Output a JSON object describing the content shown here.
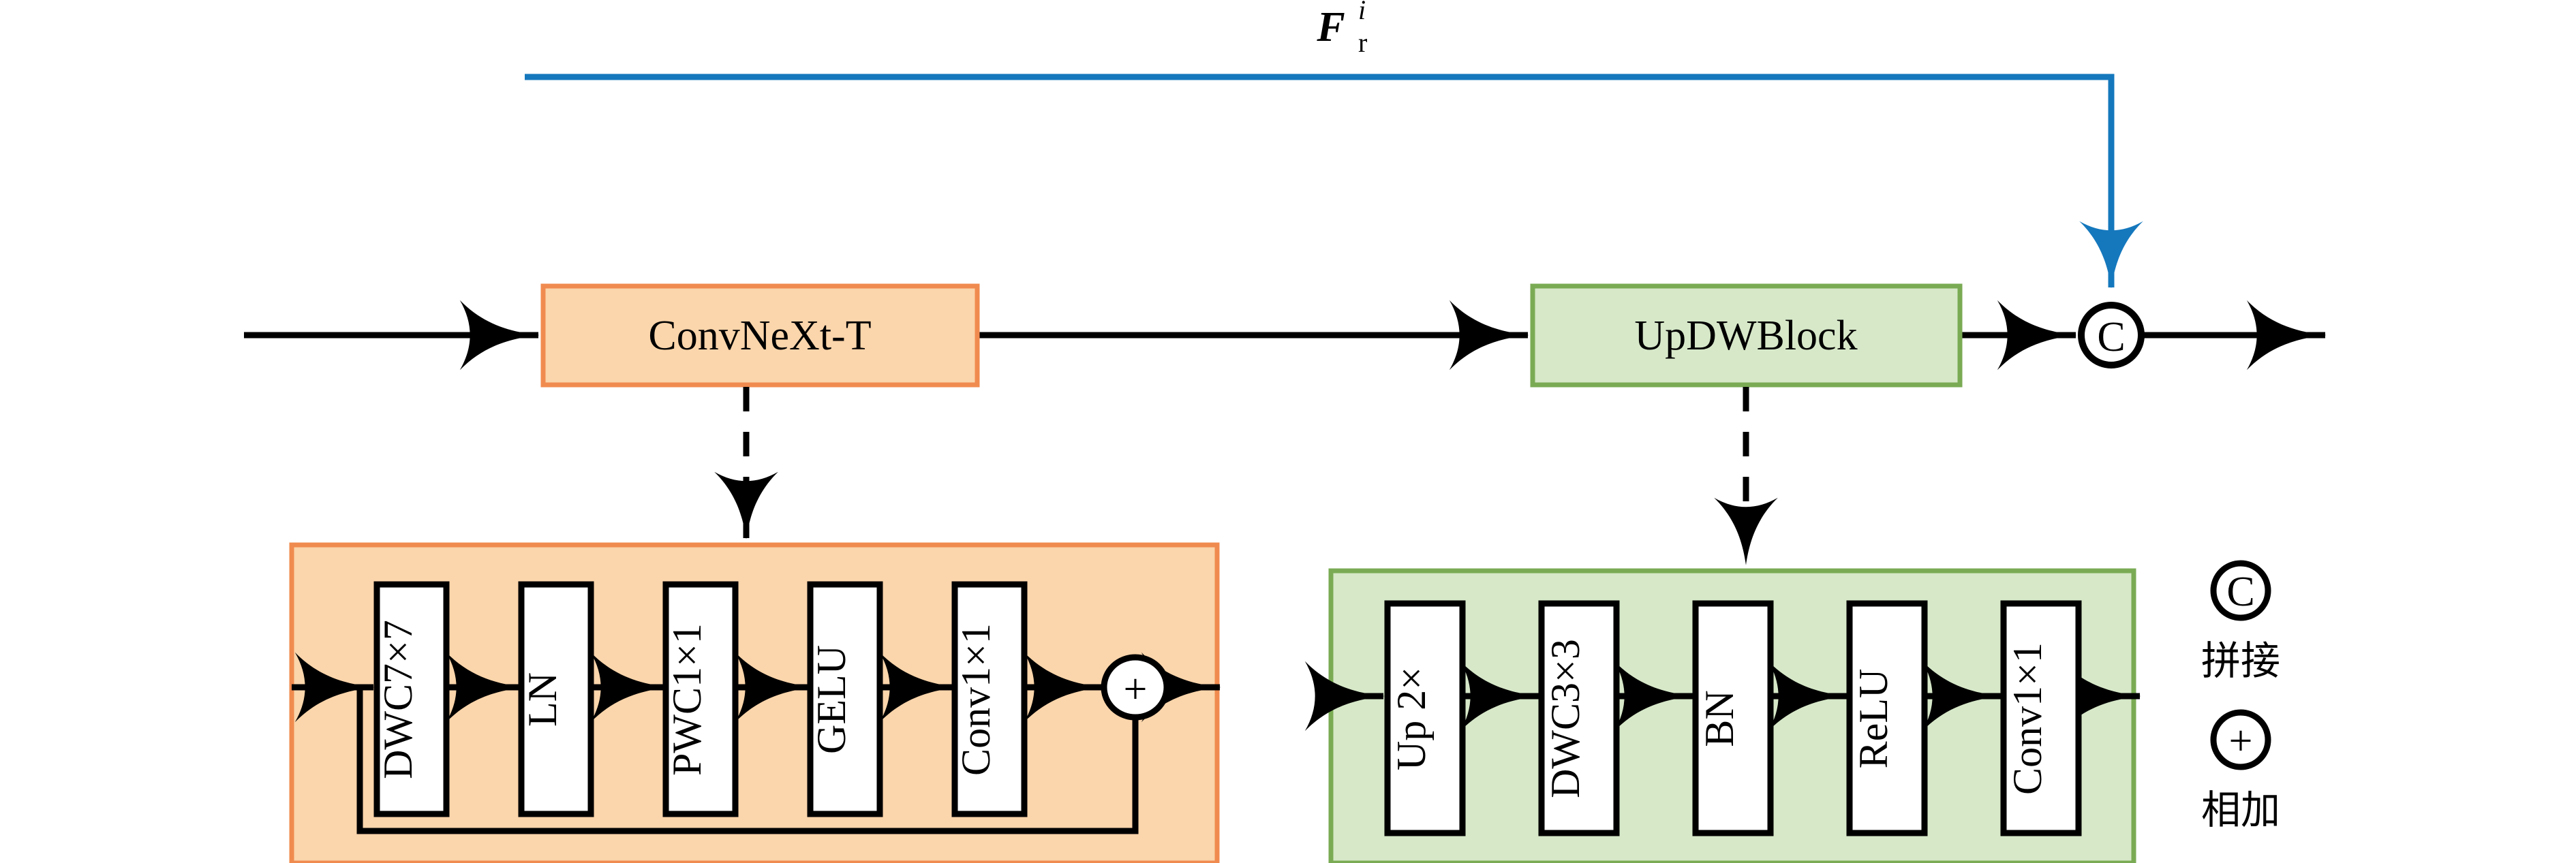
{
  "figure": {
    "type": "diagram",
    "title": "ConvNeXt-T / UpDWBlock feature extraction and upsampling pipeline",
    "background": "#ffffff"
  },
  "colors": {
    "orange_fill": "#fbd5ab",
    "orange_stroke": "#f08b4f",
    "green_fill": "#d6e8c8",
    "green_stroke": "#7aab54",
    "skip_blue": "#1578bd",
    "line_black": "#000000",
    "box_white": "#ffffff"
  },
  "skip_connection": {
    "name": "residual-feature-skip",
    "label_main": "F",
    "label_sup": "i",
    "label_sub": "r",
    "color": "#1578bd"
  },
  "main_flow": {
    "stages": [
      {
        "id": "convnext",
        "label": "ConvNeXt-T",
        "fill": "#fbd5ab",
        "stroke": "#f08b4f"
      },
      {
        "id": "updwblock",
        "label": "UpDWBlock",
        "fill": "#d6e8c8",
        "stroke": "#7aab54"
      }
    ],
    "concat_node": {
      "id": "concat",
      "glyph": "C"
    }
  },
  "convnext_detail": {
    "id": "convnext-detail-group",
    "fill": "#fbd5ab",
    "stroke": "#f08b4f",
    "layers": [
      {
        "id": "dwc7x7",
        "label": "DWC7×7"
      },
      {
        "id": "ln",
        "label": "LN"
      },
      {
        "id": "pwc1x1",
        "label": "PWC1×1"
      },
      {
        "id": "gelu",
        "label": "GELU"
      },
      {
        "id": "conv1x1",
        "label": "Conv1×1"
      }
    ],
    "add_node": {
      "id": "residual-add",
      "glyph": "+"
    }
  },
  "updw_detail": {
    "id": "updwblock-detail-group",
    "fill": "#d6e8c8",
    "stroke": "#7aab54",
    "layers": [
      {
        "id": "up2x",
        "label": "Up 2×"
      },
      {
        "id": "dwc3x3",
        "label": "DWC3×3"
      },
      {
        "id": "bn",
        "label": "BN"
      },
      {
        "id": "relu",
        "label": "ReLU"
      },
      {
        "id": "conv1x1",
        "label": "Conv1×1"
      }
    ]
  },
  "legend": {
    "items": [
      {
        "id": "concat",
        "glyph": "C",
        "label": "拼接"
      },
      {
        "id": "add",
        "glyph": "+",
        "label": "相加"
      }
    ]
  }
}
